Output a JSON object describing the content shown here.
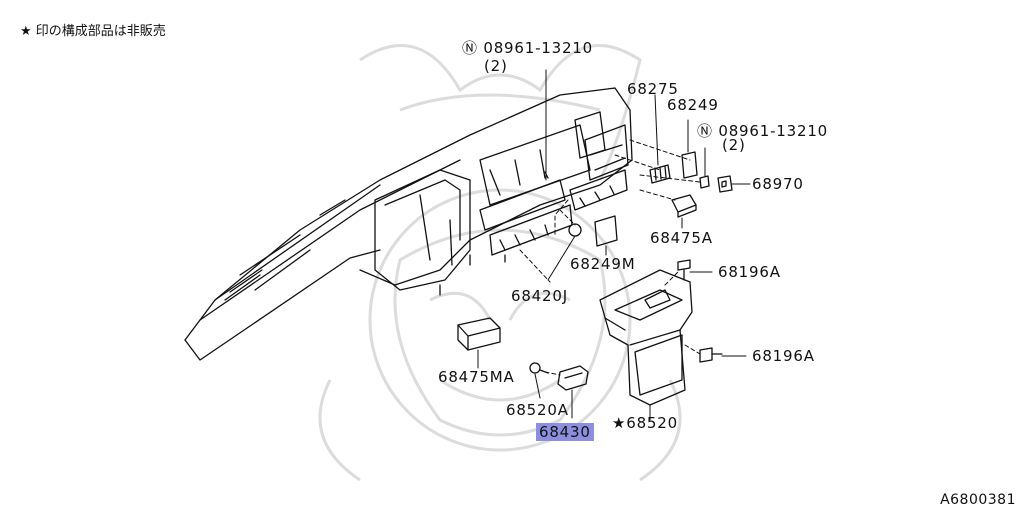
{
  "note": "★ 印の構成部品は非販売",
  "diagram_code": "A6800381",
  "labels": {
    "p_08961_13210_a": "Ⓝ 08961-13210",
    "qty_2_a": "(2)",
    "p_68275": "68275",
    "p_68249": "68249",
    "p_08961_13210_b": "Ⓝ 08961-13210",
    "qty_2_b": "(2)",
    "p_68970": "68970",
    "p_68475a": "68475A",
    "p_68249m": "68249M",
    "p_68420j": "68420J",
    "p_68196a_top": "68196A",
    "p_68196a_mid": "68196A",
    "p_68475ma": "68475MA",
    "p_68520a": "68520A",
    "p_68430": "68430",
    "p_68520": "★68520"
  },
  "colors": {
    "highlight": "#8c8fe0",
    "line": "#111111",
    "watermark": "#dcdcdc"
  }
}
